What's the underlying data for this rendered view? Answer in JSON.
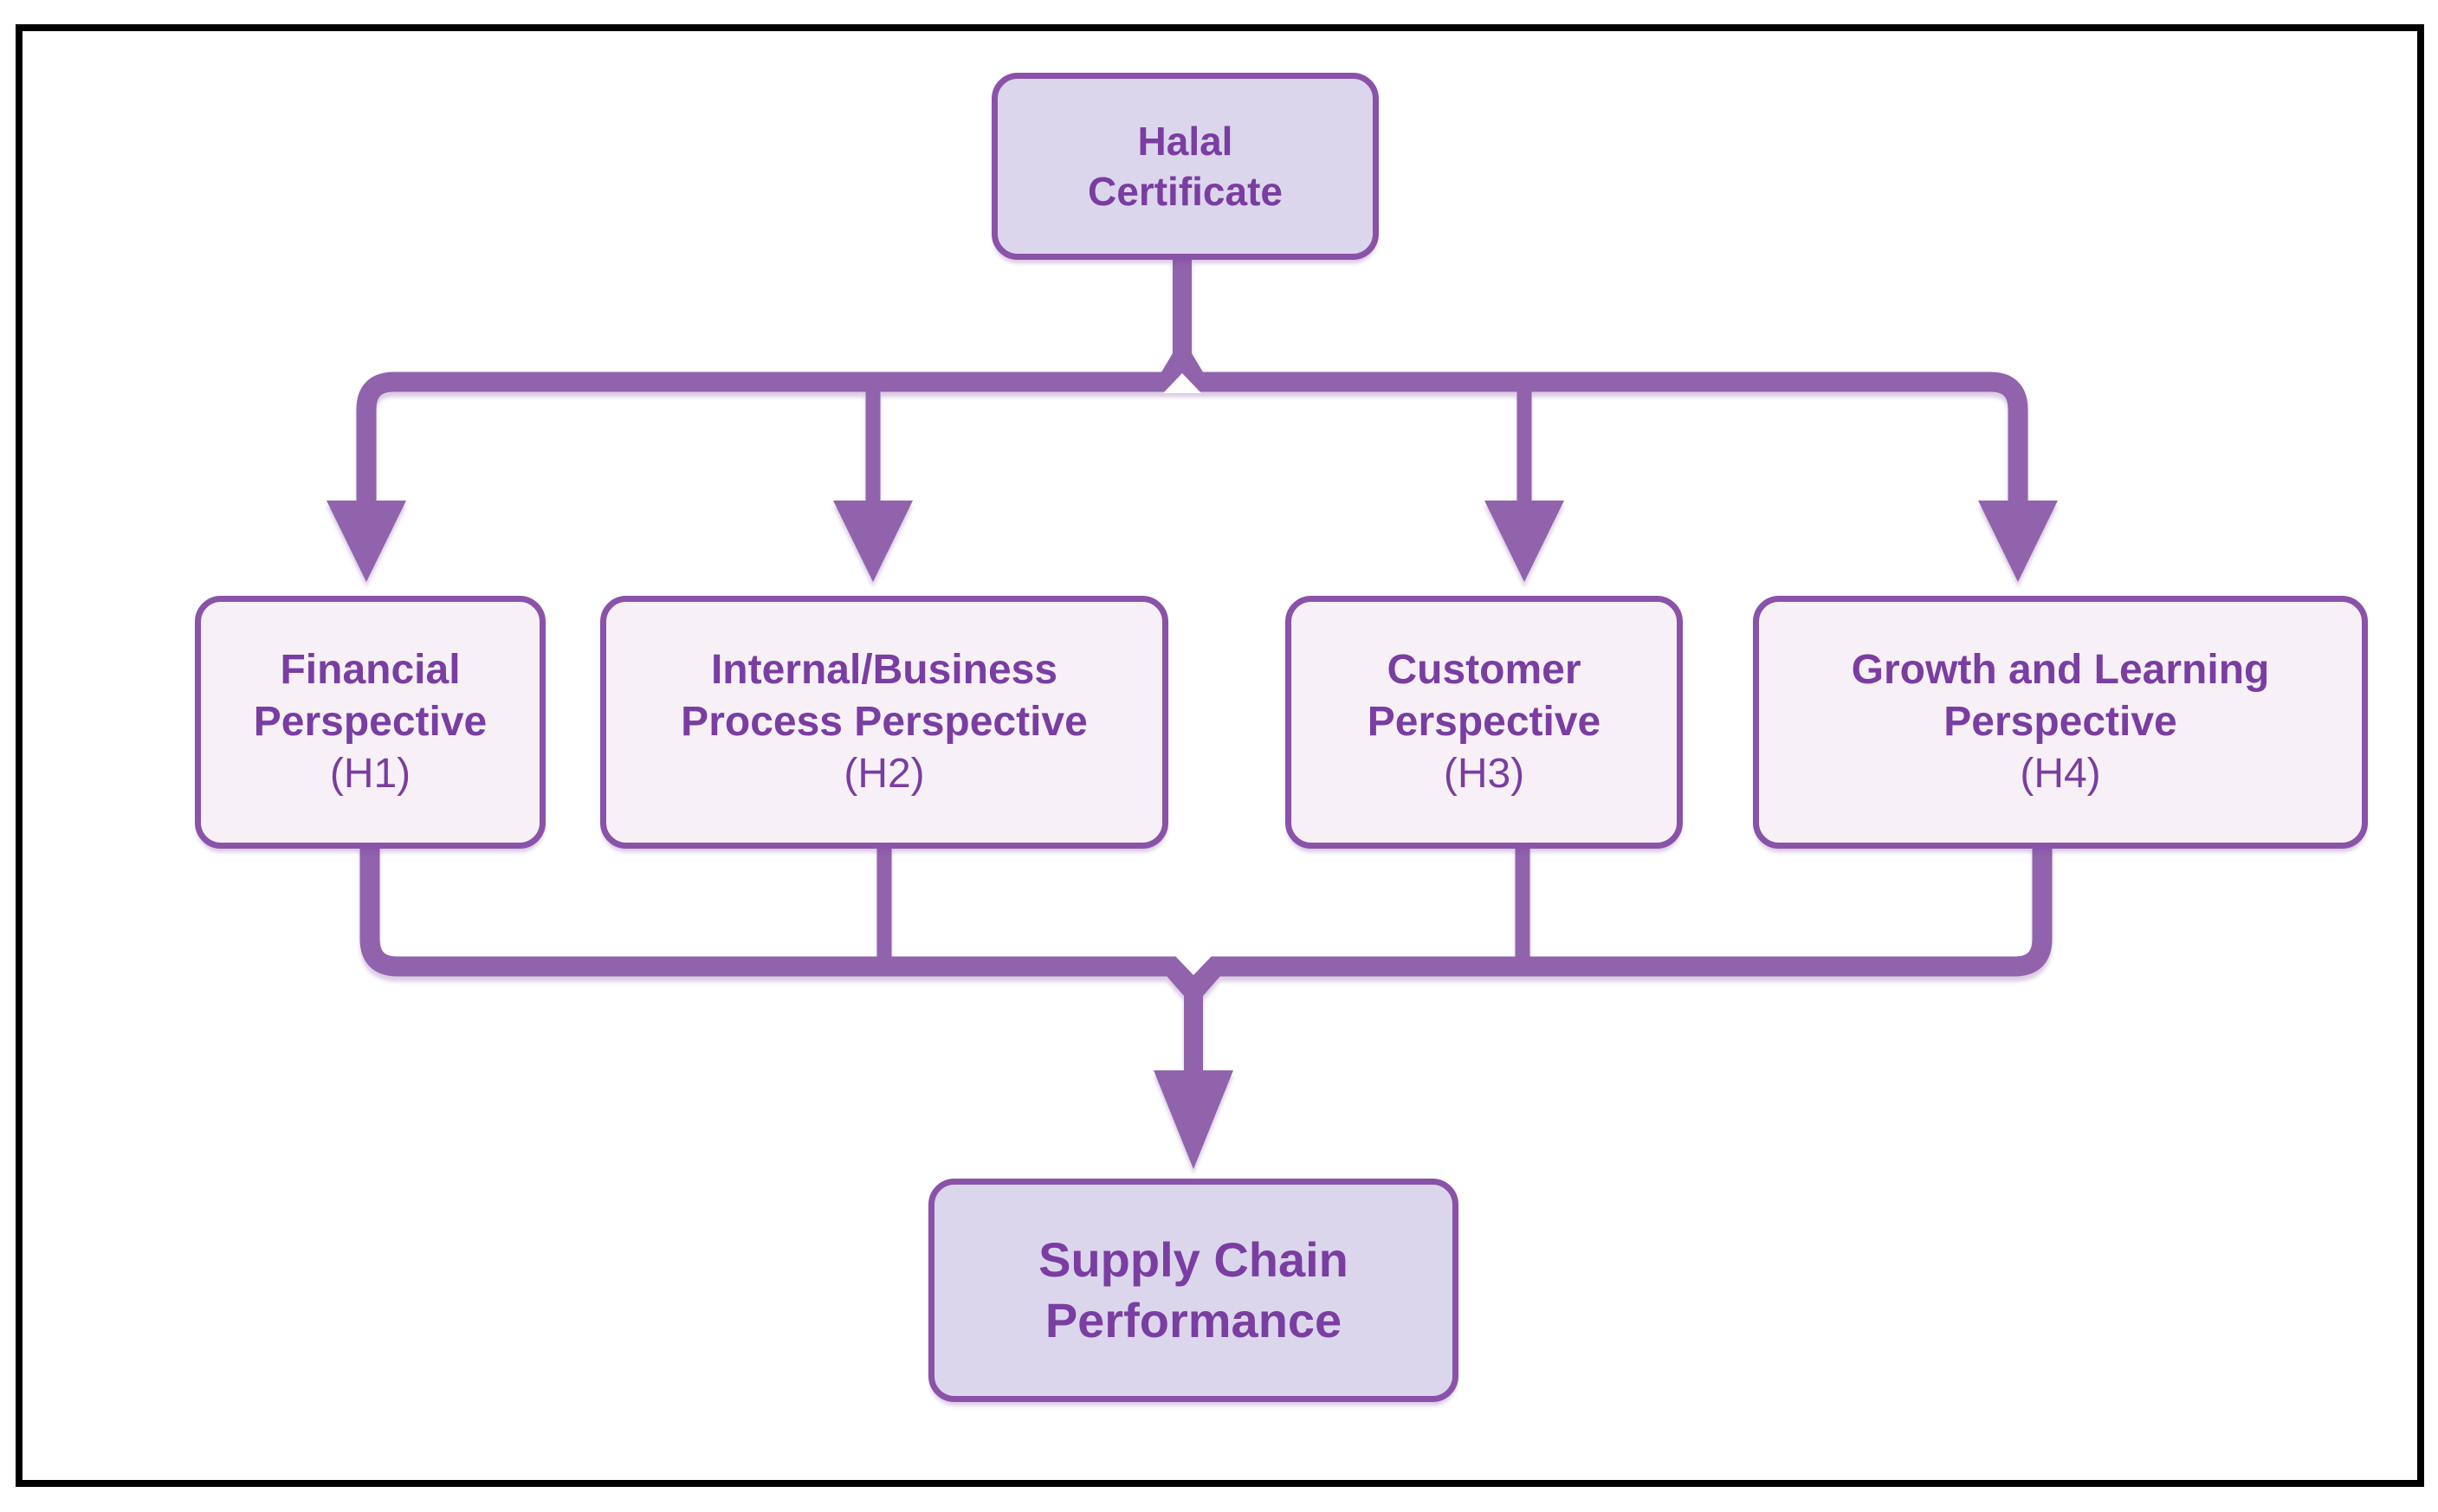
{
  "colors": {
    "page_bg": "#ffffff",
    "frame_border": "#000000",
    "connector": "#9163ac",
    "node_border": "#8a52a8",
    "node_text": "#7a3da1",
    "node_fill_light": "#f7f1f7",
    "node_fill_dark": "#dcd6ec"
  },
  "nodes": {
    "halal": {
      "lines": [
        "Halal",
        "Certificate"
      ]
    },
    "financial": {
      "title_lines": [
        "Financial",
        "Perspective"
      ],
      "code": "(H1)"
    },
    "internal": {
      "title_lines": [
        "Internal/Business",
        "Process Perspective"
      ],
      "code": "(H2)"
    },
    "customer": {
      "title_lines": [
        "Customer",
        "Perspective"
      ],
      "code": "(H3)"
    },
    "growth": {
      "title_lines": [
        "Growth and Learning",
        "Perspective"
      ],
      "code": "(H4)"
    },
    "supply": {
      "lines": [
        "Supply Chain",
        "Performance"
      ]
    }
  },
  "edges": [
    {
      "from": "Halal Certificate",
      "to": "Financial Perspective (H1)"
    },
    {
      "from": "Halal Certificate",
      "to": "Internal/Business Process Perspective (H2)"
    },
    {
      "from": "Halal Certificate",
      "to": "Customer Perspective (H3)"
    },
    {
      "from": "Halal Certificate",
      "to": "Growth and Learning Perspective (H4)"
    },
    {
      "from": "Financial Perspective (H1)",
      "to": "Supply Chain Performance"
    },
    {
      "from": "Internal/Business Process Perspective (H2)",
      "to": "Supply Chain Performance"
    },
    {
      "from": "Customer Perspective (H3)",
      "to": "Supply Chain Performance"
    },
    {
      "from": "Growth and Learning Perspective (H4)",
      "to": "Supply Chain Performance"
    }
  ]
}
